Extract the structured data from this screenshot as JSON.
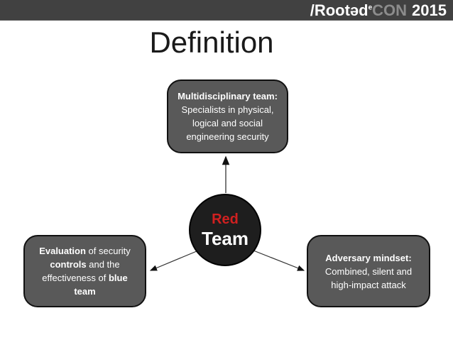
{
  "header": {
    "logo_prefix": "/Rootəd",
    "logo_sup": "e",
    "logo_con": "CON",
    "logo_year": "2015"
  },
  "title": "Definition",
  "colors": {
    "header_bg": "#414141",
    "logo_con_gray": "#8c8c8c",
    "box_fill": "#595959",
    "box_border": "#111111",
    "circle_fill": "#1e1e1e",
    "red_label": "#d02020",
    "text_on_dark": "#ffffff"
  },
  "diagram": {
    "center": {
      "top": "Red",
      "bottom": "Team"
    },
    "nodes": {
      "top": {
        "segments": [
          {
            "t": "Multidisciplinary team:",
            "b": 1
          },
          {
            "t": "\nSpecialists in physical,\nlogical and social\nengineering security",
            "b": 0
          }
        ]
      },
      "left": {
        "segments": [
          {
            "t": "Evaluation",
            "b": 1
          },
          {
            "t": " of security\n",
            "b": 0
          },
          {
            "t": "controls",
            "b": 1
          },
          {
            "t": " and the\neffectiveness of ",
            "b": 0
          },
          {
            "t": "blue\nteam",
            "b": 1
          }
        ]
      },
      "right": {
        "segments": [
          {
            "t": "Adversary mindset:",
            "b": 1
          },
          {
            "t": "\nCombined, silent and\nhigh-impact attack",
            "b": 0
          }
        ]
      }
    }
  }
}
